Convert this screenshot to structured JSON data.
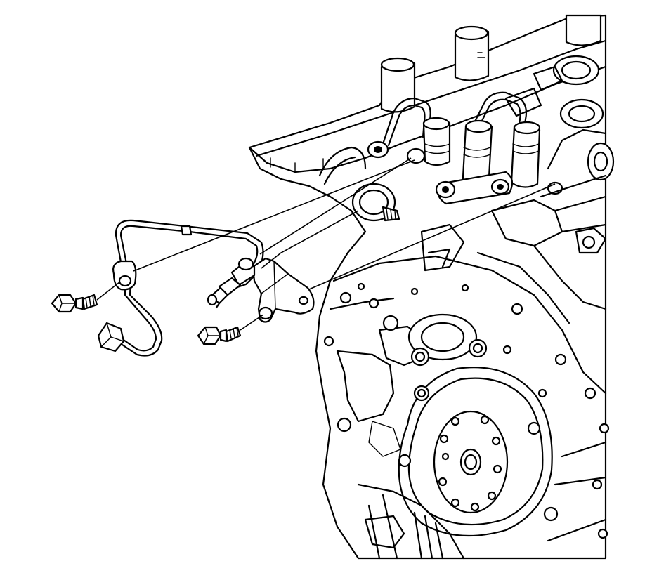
{
  "figure": {
    "kind": "exploded-view line drawing",
    "background_color": "#ffffff",
    "line_color": "#000000",
    "components": [
      {
        "name": "engine-block",
        "icon": "engine-block-front"
      },
      {
        "name": "fuel-feed-pipe",
        "icon": "bent-tube-with-flare-nut"
      },
      {
        "name": "pipe-bracket",
        "icon": "bracket-with-quick-connect"
      },
      {
        "name": "bolt-left",
        "icon": "flange-bolt"
      },
      {
        "name": "bolt-right",
        "icon": "flange-bolt"
      },
      {
        "name": "fuel-pump-boss",
        "icon": "threaded-stud-boss"
      }
    ],
    "labels": []
  }
}
